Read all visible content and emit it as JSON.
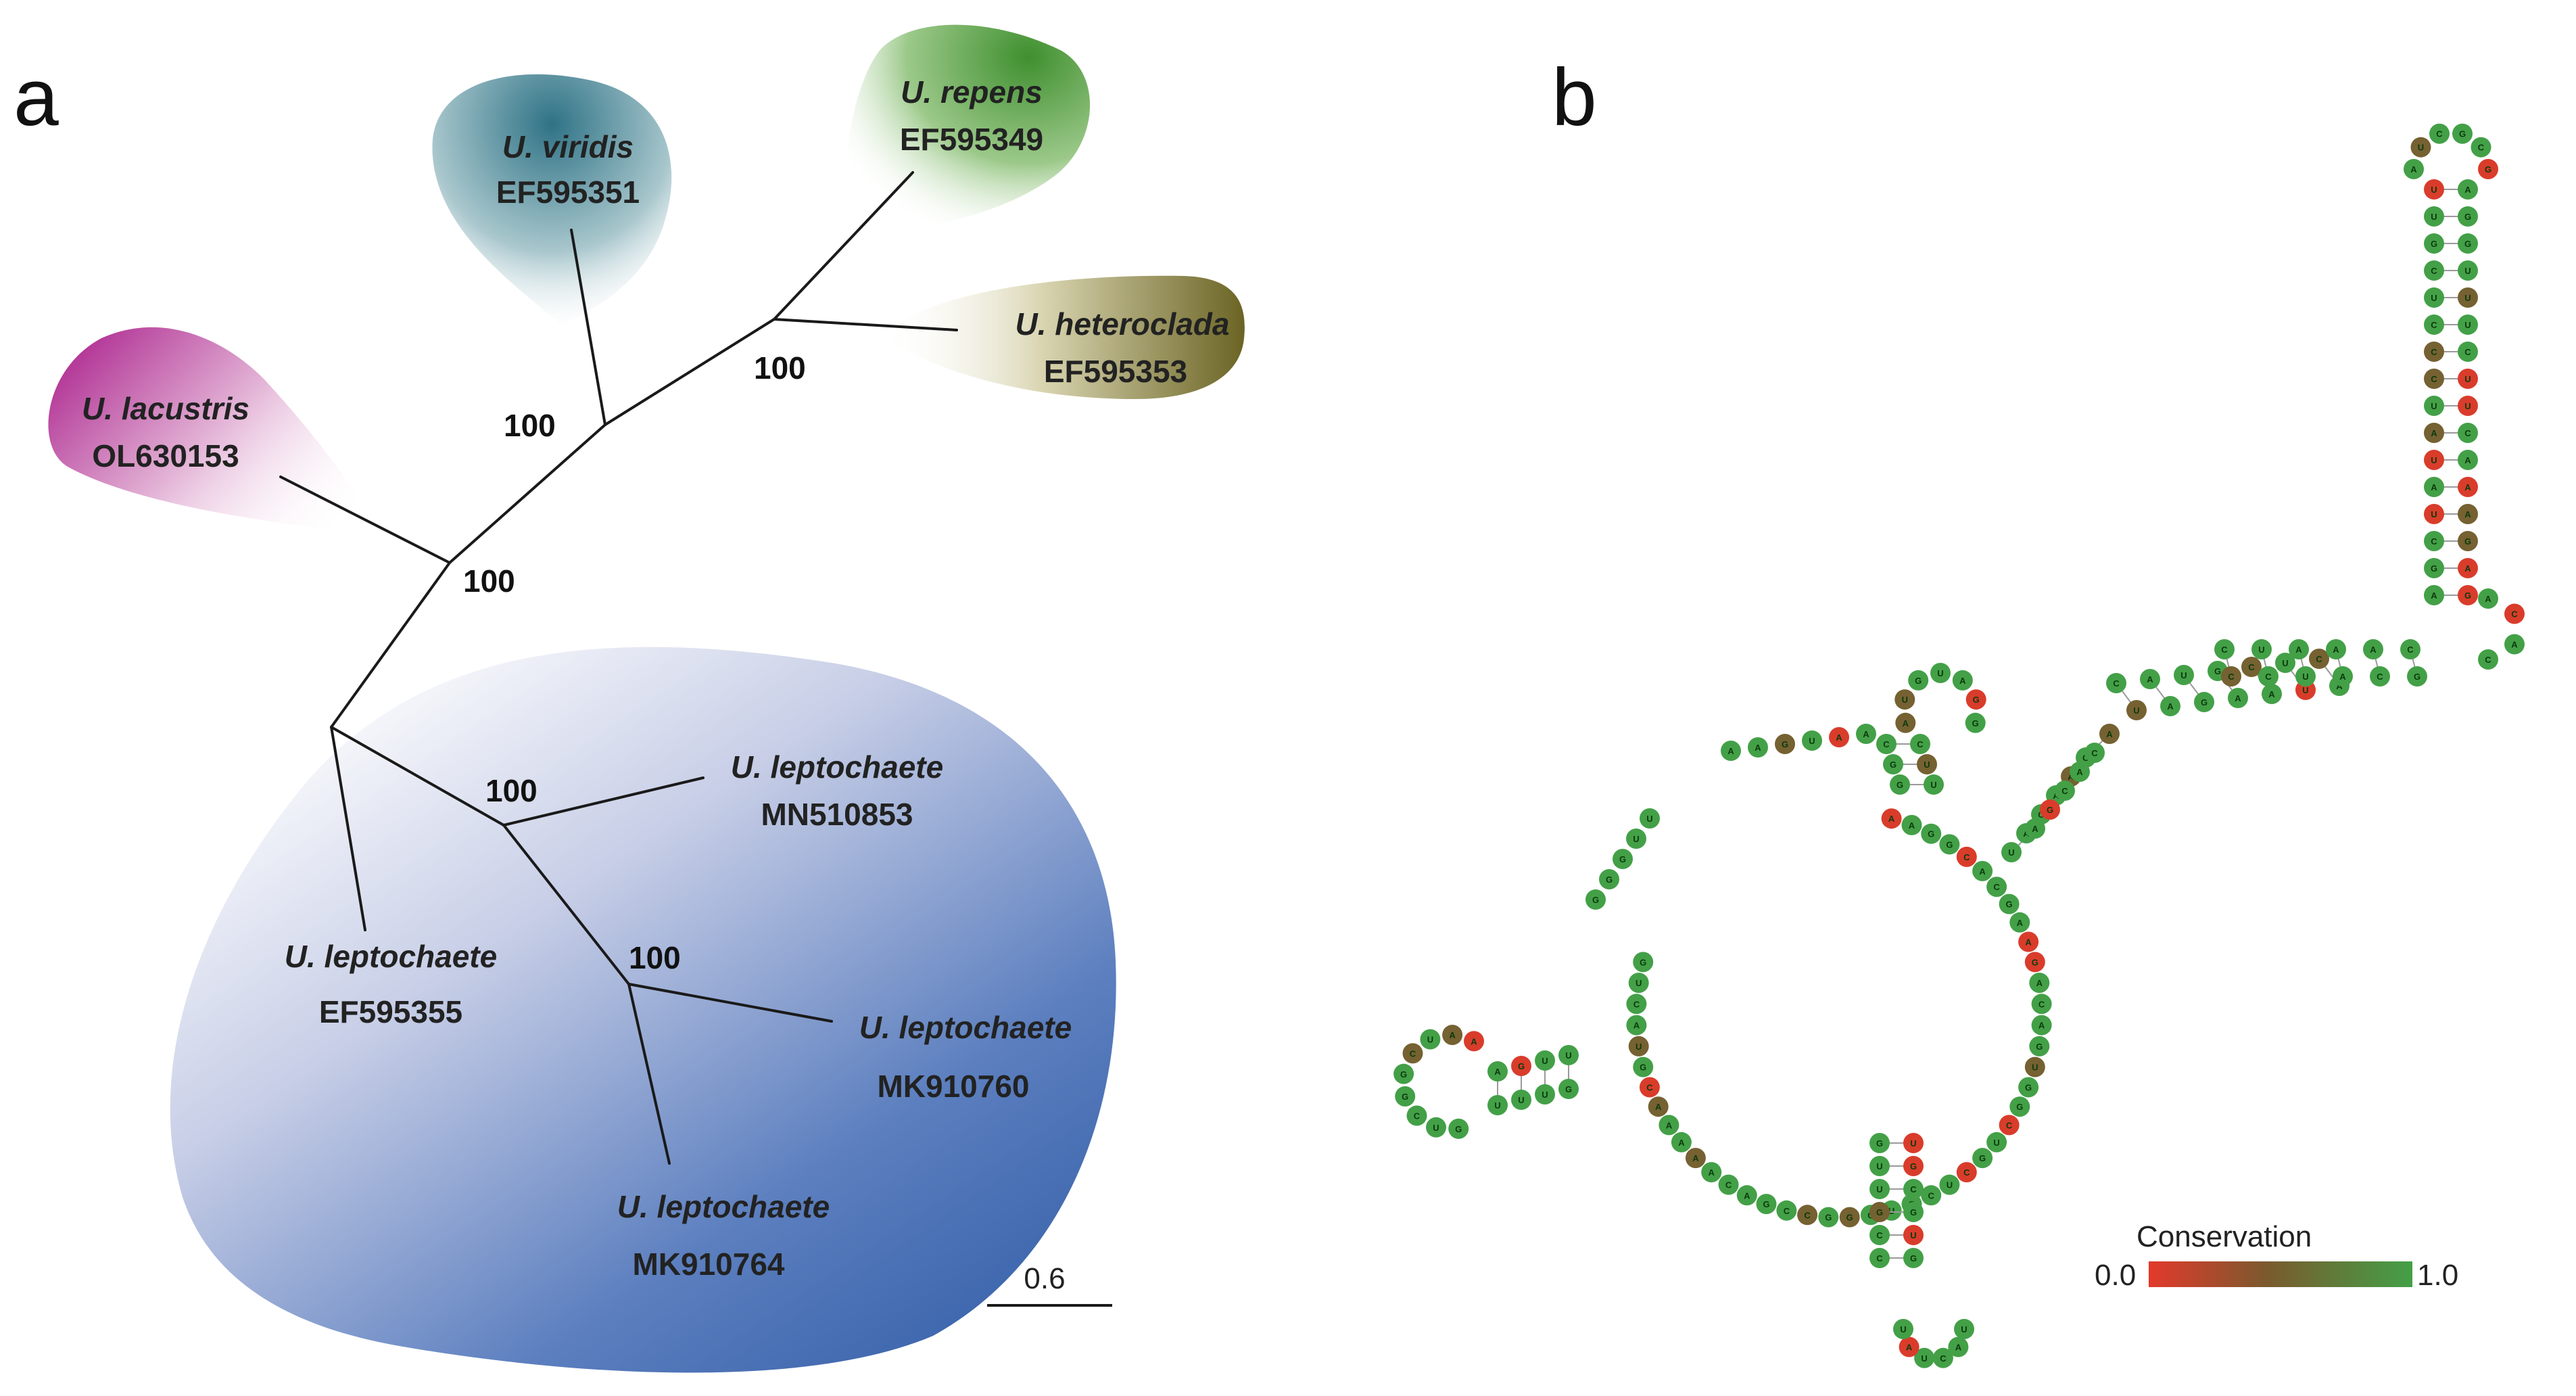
{
  "panels": {
    "a": {
      "label": "a"
    },
    "b": {
      "label": "b"
    }
  },
  "tree": {
    "taxa": [
      {
        "id": "viridis",
        "species": "U. viridis",
        "accession": "EF595351",
        "color": "#3f7f8f"
      },
      {
        "id": "repens",
        "species": "U. repens",
        "accession": "EF595349",
        "color": "#4e9a36"
      },
      {
        "id": "heteroclada",
        "species": "U. heteroclada",
        "accession": "EF595353",
        "color": "#6b6a2c"
      },
      {
        "id": "lacustris",
        "species": "U. lacustris",
        "accession": "OL630153",
        "color": "#b13f9a"
      },
      {
        "id": "lep1",
        "species": "U. leptochaete",
        "accession": "MN510853",
        "color": "#3f66aa"
      },
      {
        "id": "lep2",
        "species": "U. leptochaete",
        "accession": "EF595355",
        "color": "#3f66aa"
      },
      {
        "id": "lep3",
        "species": "U. leptochaete",
        "accession": "MK910760",
        "color": "#3f66aa"
      },
      {
        "id": "lep4",
        "species": "U. leptochaete",
        "accession": "MK910764",
        "color": "#3f66aa"
      }
    ],
    "bootstrap": [
      "100",
      "100",
      "100",
      "100",
      "100"
    ],
    "scale_bar": {
      "label": "0.6",
      "value": 0.6
    }
  },
  "structure": {
    "legend": {
      "title": "Conservation",
      "min_label": "0.0",
      "max_label": "1.0",
      "min_color": "#e3392b",
      "max_color": "#43a047"
    }
  }
}
